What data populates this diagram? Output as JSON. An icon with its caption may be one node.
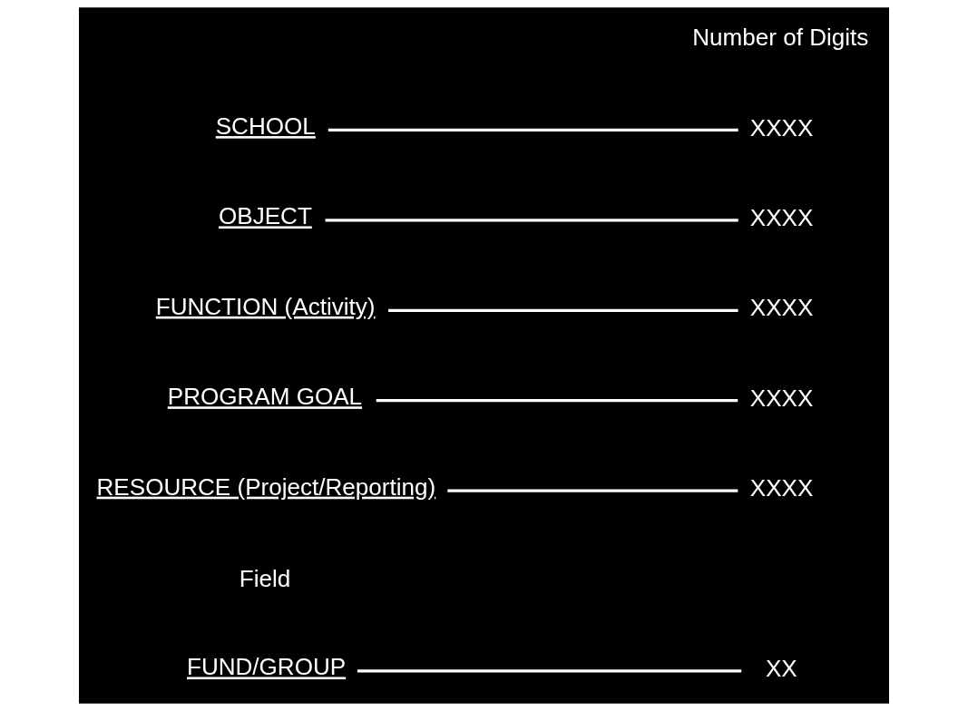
{
  "diagram": {
    "nodes": [
      {
        "text": [
          "XX"
        ]
      },
      {
        "text": [
          "XXXX"
        ]
      },
      {
        "text": [
          "XXXX"
        ]
      },
      {
        "text": [
          "XXXX"
        ]
      },
      {
        "text": [
          "XXXX"
        ]
      },
      {
        "text": [
          "XXXX"
        ]
      },
      {
        "text": [
          "FUND/GROUP"
        ]
      },
      {
        "text": [
          "RESOURCE (Project/Reporting)"
        ]
      },
      {
        "text": [
          "PROGRAM GOAL"
        ]
      },
      {
        "text": [
          "FUNCTION (Activity)"
        ]
      },
      {
        "text": [
          "OBJECT"
        ]
      },
      {
        "text": [
          "SCHOOL"
        ]
      }
    ],
    "edges": [
      {
        "from": 6,
        "to": 0,
        "arrow": "none"
      },
      {
        "from": 7,
        "to": 1,
        "arrow": "none"
      },
      {
        "from": 8,
        "to": 2,
        "arrow": "none"
      },
      {
        "from": 9,
        "to": 3,
        "arrow": "none"
      },
      {
        "from": 10,
        "to": 4,
        "arrow": "none"
      },
      {
        "from": 11,
        "to": 5,
        "arrow": "none"
      }
    ],
    "labels": [
      "Number of Digits",
      "Field"
    ]
  }
}
